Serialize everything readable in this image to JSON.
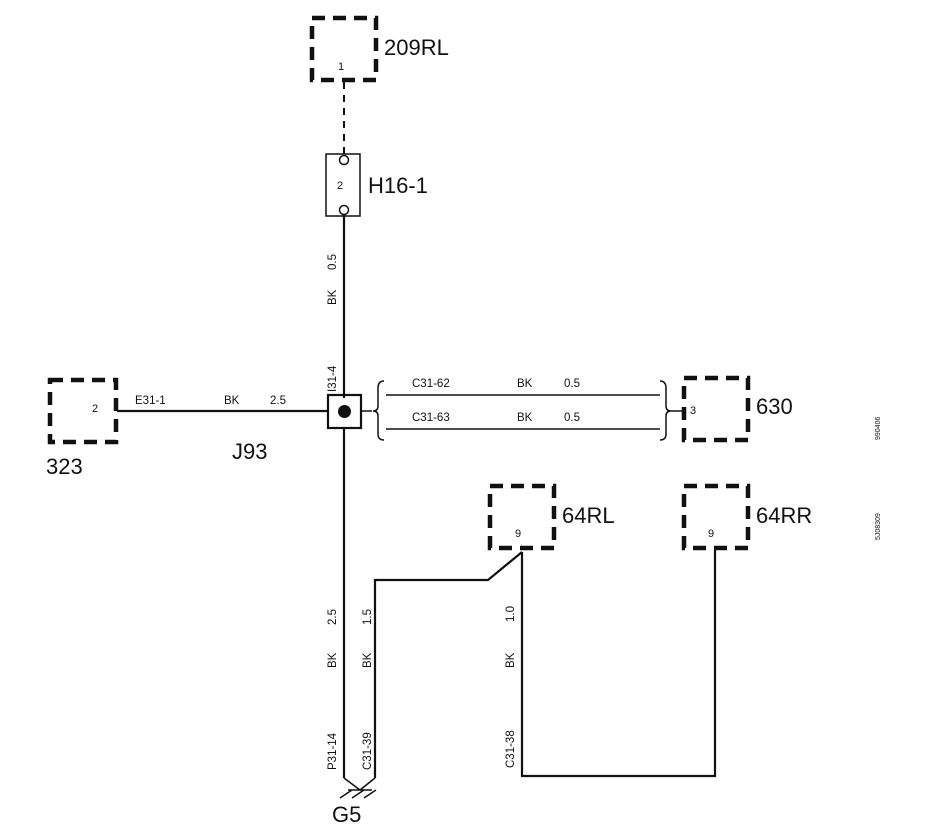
{
  "components": {
    "c209RL": {
      "name": "209RL",
      "pin": "1"
    },
    "h16": {
      "name": "H16-1",
      "pin": "2"
    },
    "c323": {
      "name": "323",
      "pin": "2"
    },
    "c630": {
      "name": "630",
      "pin": "3"
    },
    "c64RL": {
      "name": "64RL",
      "pin": "9"
    },
    "c64RR": {
      "name": "64RR",
      "pin": "9"
    },
    "splice": {
      "name": "J93",
      "ref": "I31-4"
    },
    "ground": {
      "name": "G5"
    }
  },
  "wires": {
    "top": {
      "size": "0.5",
      "color": "BK"
    },
    "left": {
      "id": "E31-1",
      "color": "BK",
      "size": "2.5"
    },
    "right1": {
      "id": "C31-62",
      "color": "BK",
      "size": "0.5"
    },
    "right2": {
      "id": "C31-63",
      "color": "BK",
      "size": "0.5"
    },
    "downMain": {
      "size": "2.5",
      "color": "BK",
      "id": "P31-14"
    },
    "down2": {
      "size": "1.5",
      "color": "BK",
      "id": "C31-39"
    },
    "down3": {
      "size": "1.0",
      "color": "BK",
      "id": "C31-38"
    }
  },
  "side_codes": {
    "code1": "990406",
    "code2": "5J08309"
  }
}
